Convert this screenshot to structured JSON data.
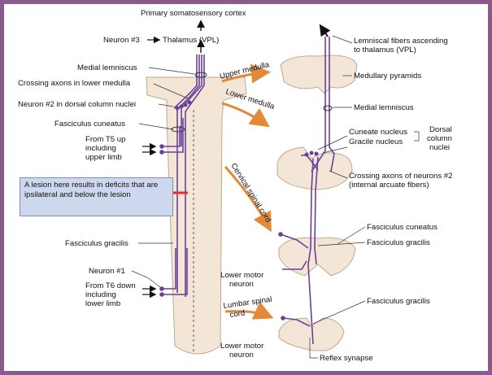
{
  "labels": {
    "primary_cortex": "Primary somatosensory cortex",
    "neuron3": "Neuron #3",
    "thalamus": "Thalamus (VPL)",
    "medial_lemniscus_left": "Medial lemniscus",
    "crossing_axons": "Crossing axons in lower medulla",
    "neuron2": "Neuron #2 in dorsal column nuclei",
    "fasciculus_cuneatus_left": "Fasciculus cuneatus",
    "from_t5_line1": "From T5 up",
    "from_t5_line2": "including",
    "from_t5_line3": "upper limb",
    "fasciculus_gracilis_left": "Fasciculus gracilis",
    "neuron1": "Neuron #1",
    "from_t6_line1": "From T6 down",
    "from_t6_line2": "including",
    "from_t6_line3": "lower limb",
    "lemniscal_line1": "Lemniscal fibers ascending",
    "lemniscal_line2": "to thalamus (VPL)",
    "medullary_pyramids": "Medullary pyramids",
    "medial_lemniscus_right": "Medial lemniscus",
    "cuneate_nucleus": "Cuneate nucleus",
    "gracile_nucleus": "Gracile nucleus",
    "dorsal_line1": "Dorsal",
    "dorsal_line2": "column",
    "dorsal_line3": "nuclei",
    "crossing_neurons2_line1": "Crossing axons of neurons #2",
    "crossing_neurons2_line2": "(internal arcuate fibers)",
    "fasciculus_cuneatus_right": "Fasciculus cuneatus",
    "fasciculus_gracilis_right1": "Fasciculus gracilis",
    "lower_motor_line1": "Lower motor",
    "lower_motor_line2": "neuron",
    "fasciculus_gracilis_right2": "Fasciculus gracilis",
    "lower_motor2_line1": "Lower motor",
    "lower_motor2_line2": "neuron",
    "reflex_synapse": "Reflex synapse"
  },
  "level_labels": {
    "upper_medulla": "Upper medulla",
    "lower_medulla": "Lower medulla",
    "cervical": "Cervical spinal cord",
    "lumbar_line1": "Lumbar spinal",
    "lumbar_line2": "cord"
  },
  "lesion_box": {
    "text": "A lesion here results in deficits that are ipsilateral and below the lesion"
  },
  "colors": {
    "frame": "#8a5a8c",
    "tissue": "#f4e6d6",
    "tissue_outline": "#bfa890",
    "pathway": "#6b3f98",
    "lesion": "#e0302a",
    "level_arrow": "#e38a3a",
    "lesion_box_fill": "#cdd8ef"
  }
}
